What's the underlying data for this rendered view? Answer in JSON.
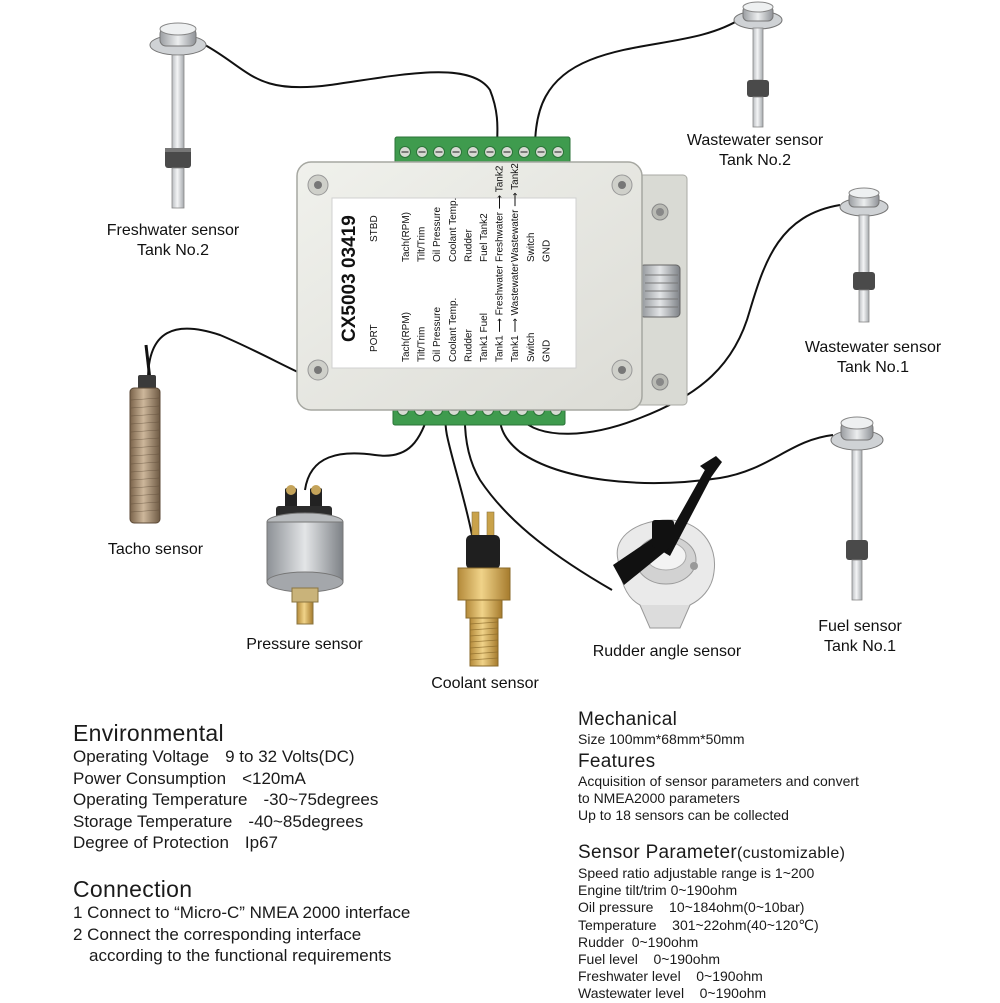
{
  "device": {
    "model": "CX5003 03419",
    "port": "PORT",
    "stbd": "STBD",
    "port_labels": [
      "Tach(RPM)",
      "Tilt/Trim",
      "Oil Pressure",
      "Coolant Temp.",
      "Rudder",
      "Tank1 Fuel",
      "Tank1 ⟶ Freshwater",
      "Tank1 ⟶ Wastewater",
      "Switch",
      "GND"
    ],
    "stbd_labels": [
      "Tach(RPM)",
      "Tilt/Trim",
      "Oil Pressure",
      "Coolant Temp.",
      "Rudder",
      "Fuel Tank2",
      "Freshwater ⟶ Tank2",
      "Wastewater ⟶ Tank2",
      "Switch",
      "GND"
    ]
  },
  "sensors": {
    "freshwater_tank2": [
      "Freshwater sensor",
      "Tank No.2"
    ],
    "wastewater_tank2": [
      "Wastewater sensor",
      "Tank No.2"
    ],
    "wastewater_tank1": [
      "Wastewater sensor",
      "Tank No.1"
    ],
    "fuel_tank1": [
      "Fuel sensor",
      "Tank No.1"
    ],
    "tacho": "Tacho sensor",
    "pressure": "Pressure sensor",
    "coolant": "Coolant sensor",
    "rudder": "Rudder angle sensor"
  },
  "environmental": {
    "title": "Environmental",
    "rows": [
      [
        "Operating Voltage",
        "9 to 32 Volts(DC)"
      ],
      [
        "Power Consumption",
        "<120mA"
      ],
      [
        "Operating Temperature",
        "-30~75degrees"
      ],
      [
        "Storage Temperature",
        "-40~85degrees"
      ],
      [
        "Degree of Protection",
        "Ip67"
      ]
    ]
  },
  "connection": {
    "title": "Connection",
    "items": [
      "1 Connect to “Micro-C” NMEA 2000 interface",
      "2 Connect the corresponding interface",
      "according to the functional requirements"
    ]
  },
  "mechanical": {
    "title": "Mechanical",
    "size": "Size  100mm*68mm*50mm"
  },
  "features": {
    "title": "Features",
    "lines": [
      "Acquisition of sensor parameters and convert",
      "to NMEA2000 parameters",
      "Up to 18 sensors can be collected"
    ]
  },
  "sensor_parameter": {
    "title": "Sensor  Parameter",
    "subtitle": "(customizable)",
    "lines": [
      "Speed ratio adjustable range is 1~200",
      "Engine tilt/trim 0~190ohm",
      "Oil pressure    10~184ohm(0~10bar)",
      "Temperature    301~22ohm(40~120℃)",
      "Rudder  0~190ohm",
      "Fuel level    0~190ohm",
      "Freshwater level    0~190ohm",
      "Wastewater level    0~190ohm"
    ]
  }
}
